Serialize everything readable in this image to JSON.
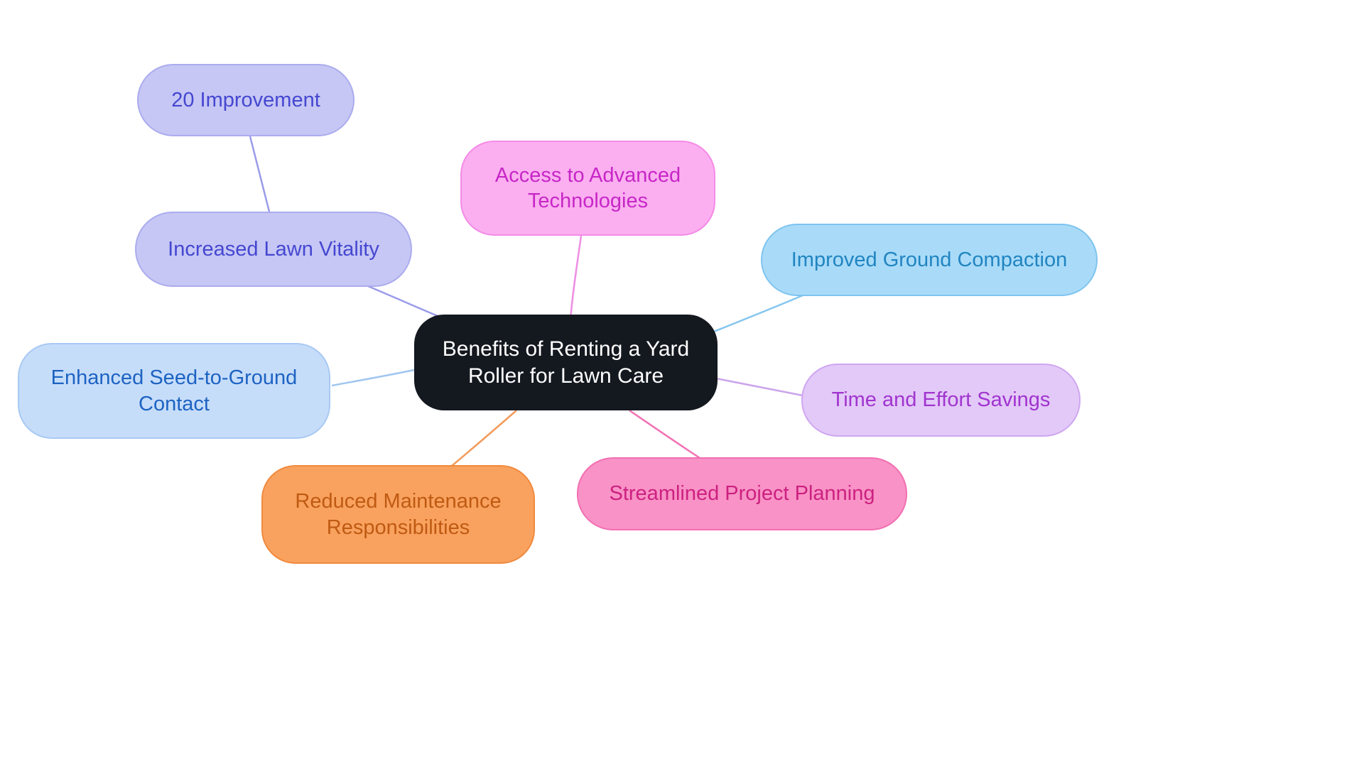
{
  "diagram": {
    "type": "mindmap",
    "center": {
      "label": "Benefits of Renting a Yard Roller for Lawn Care",
      "fill": "#14181F",
      "text_color": "#FFFFFF"
    },
    "nodes": [
      {
        "id": "access-to-advanced-technologies",
        "label": "Access to Advanced Technologies",
        "fill": "#FBAFF0",
        "border": "#F48BE6",
        "text_color": "#C726C7"
      },
      {
        "id": "improved-ground-compaction",
        "label": "Improved Ground Compaction",
        "fill": "#A9DBF8",
        "border": "#7FC4EF",
        "text_color": "#2185C2"
      },
      {
        "id": "time-and-effort-savings",
        "label": "Time and Effort Savings",
        "fill": "#E3C9F8",
        "border": "#CFA6F0",
        "text_color": "#A134CF"
      },
      {
        "id": "streamlined-project-planning",
        "label": "Streamlined Project Planning",
        "fill": "#F992C6",
        "border": "#F26FB2",
        "text_color": "#CC2180"
      },
      {
        "id": "reduced-maintenance-responsibilities",
        "label": "Reduced Maintenance Responsibilities",
        "fill": "#F9A25F",
        "border": "#F08A3E",
        "text_color": "#BF5A12"
      },
      {
        "id": "enhanced-seed-to-ground-contact",
        "label": "Enhanced Seed-to-Ground Contact",
        "fill": "#C6DDFA",
        "border": "#A8C9F3",
        "text_color": "#1D63C2"
      },
      {
        "id": "increased-lawn-vitality",
        "label": "Increased Lawn Vitality",
        "fill": "#C6C7F4",
        "border": "#ABACEE",
        "text_color": "#4547D1"
      },
      {
        "id": "20-improvement",
        "label": "20 Improvement",
        "fill": "#C6C7F4",
        "border": "#ABACEE",
        "text_color": "#4547D1"
      }
    ],
    "edges": [
      {
        "from": "center",
        "to": "access-to-advanced-technologies",
        "color": "#EF8FE4"
      },
      {
        "from": "center",
        "to": "improved-ground-compaction",
        "color": "#85C6EE"
      },
      {
        "from": "center",
        "to": "time-and-effort-savings",
        "color": "#CBA4EC"
      },
      {
        "from": "center",
        "to": "streamlined-project-planning",
        "color": "#F273B4"
      },
      {
        "from": "center",
        "to": "reduced-maintenance-responsibilities",
        "color": "#F29B5C"
      },
      {
        "from": "center",
        "to": "enhanced-seed-to-ground-contact",
        "color": "#9FC6F0"
      },
      {
        "from": "center",
        "to": "increased-lawn-vitality",
        "color": "#999BEA"
      },
      {
        "from": "increased-lawn-vitality",
        "to": "20-improvement",
        "color": "#999BEA"
      }
    ]
  }
}
